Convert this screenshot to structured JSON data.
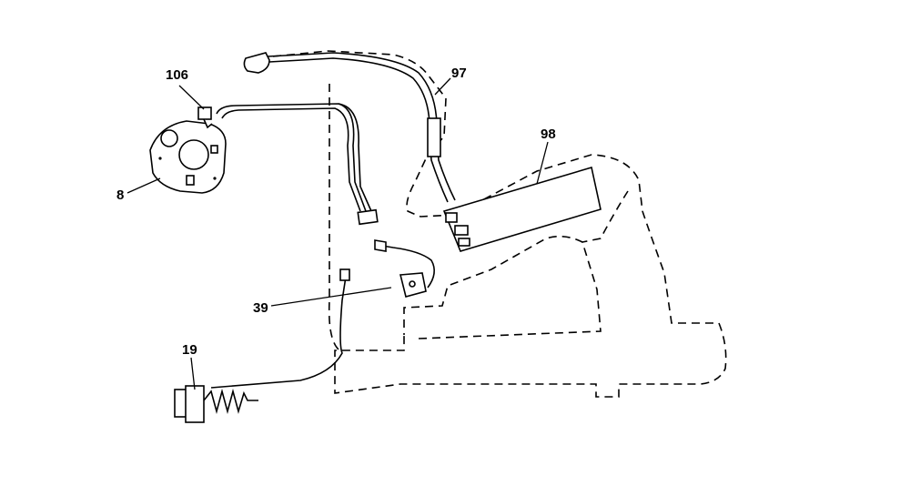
{
  "diagram": {
    "callouts": {
      "c106": "106",
      "c8": "8",
      "c97": "97",
      "c98": "98",
      "c39": "39",
      "c19": "19"
    },
    "colors": {
      "ink": "#000000",
      "paper": "#ffffff"
    }
  }
}
